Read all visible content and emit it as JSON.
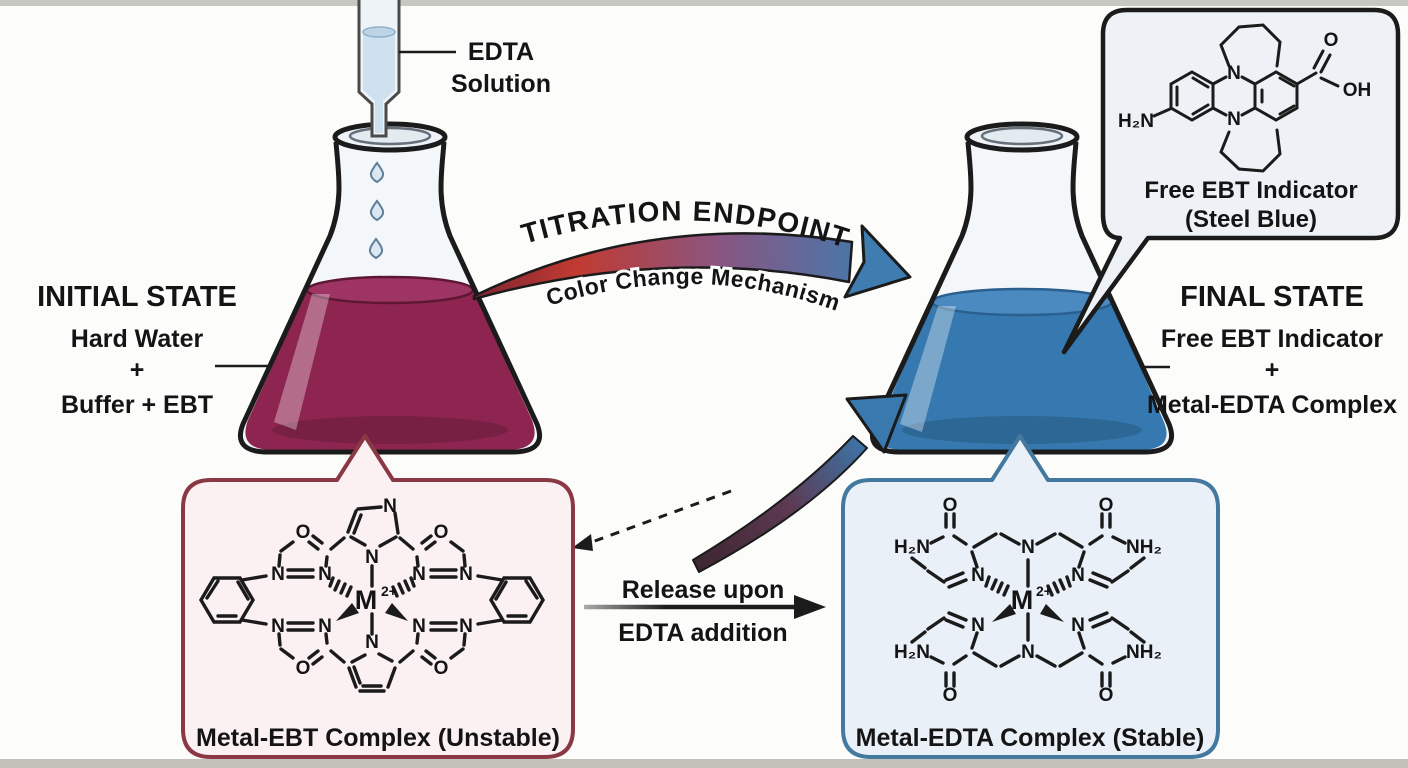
{
  "palette": {
    "outline": "#1b1b1b",
    "red_liquid": "#8e2550",
    "red_liquid_surface": "#9d3463",
    "blue_liquid": "#3579b0",
    "blue_liquid_surface": "#4a8ac0",
    "gradient_red": "#b03030",
    "gradient_blue": "#3f7cb0",
    "ebt_box_border": "#8a3844",
    "ebt_box_fill": "#fbf0f2",
    "edta_box_border": "#44799f",
    "edta_box_fill": "#eaf0f7",
    "callout_fill": "#eef2f7",
    "glass_fill": "#f4f7fa",
    "edge_bar": "#c2c2bb"
  },
  "dropper": {
    "label_line1": "EDTA",
    "label_line2": "Solution"
  },
  "transition_arrow": {
    "title": "TITRATION ENDPOINT",
    "subtitle": "Color Change Mechanism"
  },
  "initial_state": {
    "title": "INITIAL STATE",
    "line1": "Hard Water",
    "line2": "+",
    "line3": "Buffer + EBT"
  },
  "final_state": {
    "title": "FINAL STATE",
    "line1": "Free EBT Indicator",
    "line2": "+",
    "line3": "Metal-EDTA Complex"
  },
  "release_arrow": {
    "line1": "Release upon",
    "line2": "EDTA addition"
  },
  "free_ebt_callout": {
    "caption_line1": "Free EBT Indicator",
    "caption_line2": "(Steel Blue)",
    "atoms": {
      "h2n": "H₂N",
      "n": "N",
      "o": "O",
      "oh": "OH"
    }
  },
  "metal_ebt_box": {
    "caption": "Metal-EBT Complex (Unstable)",
    "atoms": {
      "metal": "M",
      "charge": "2+",
      "n": "N",
      "o": "O"
    }
  },
  "metal_edta_box": {
    "caption": "Metal-EDTA Complex (Stable)",
    "atoms": {
      "metal": "M",
      "charge": "2+",
      "n": "N",
      "o": "O",
      "h2n": "H₂N",
      "nh2": "NH₂"
    }
  }
}
